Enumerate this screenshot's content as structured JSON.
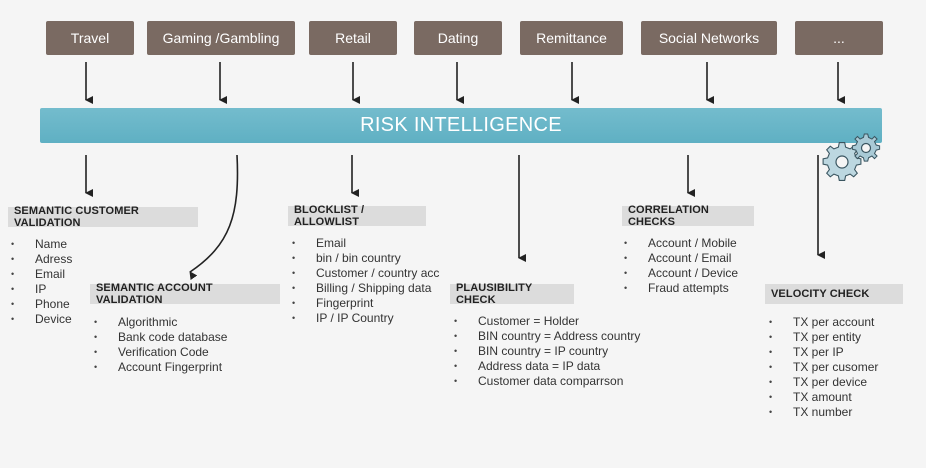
{
  "categories": [
    "Travel",
    "Gaming  /Gambling",
    "Retail",
    "Dating",
    "Remittance",
    "Social Networks",
    "..."
  ],
  "banner": "RISK INTELLIGENCE",
  "checks": {
    "semantic_customer": {
      "title": "SEMANTIC CUSTOMER VALIDATION",
      "items": [
        "Name",
        "Adress",
        "Email",
        "IP",
        "Phone",
        "Device"
      ]
    },
    "semantic_account": {
      "title": "SEMANTIC ACCOUNT VALIDATION",
      "items": [
        "Algorithmic",
        "Bank code database",
        "Verification Code",
        "Account Fingerprint"
      ]
    },
    "blocklist": {
      "title": "BLOCKLIST / ALLOWLIST",
      "items": [
        "Email",
        "bin / bin country",
        "Customer / country acc",
        "Billing / Shipping data",
        "Fingerprint",
        "IP / IP Country"
      ]
    },
    "plausibility": {
      "title": "PLAUSIBILITY CHECK",
      "items": [
        "Customer = Holder",
        "BIN country = Address country",
        "BIN country = IP country",
        "Address data = IP data",
        "Customer data comparrson"
      ]
    },
    "correlation": {
      "title": "CORRELATION CHECKS",
      "items": [
        "Account / Mobile",
        "Account / Email",
        "Account / Device",
        "Fraud attempts"
      ]
    },
    "velocity": {
      "title": "VELOCITY CHECK",
      "items": [
        "TX per account",
        "TX per entity",
        "TX per IP",
        "TX per cusomer",
        "TX per device",
        "TX amount",
        "TX number"
      ]
    }
  },
  "colors": {
    "category_box": "#7a6a62",
    "banner": "#5fb0c3",
    "header_box": "#dcdcdc",
    "arrow": "#222222"
  }
}
